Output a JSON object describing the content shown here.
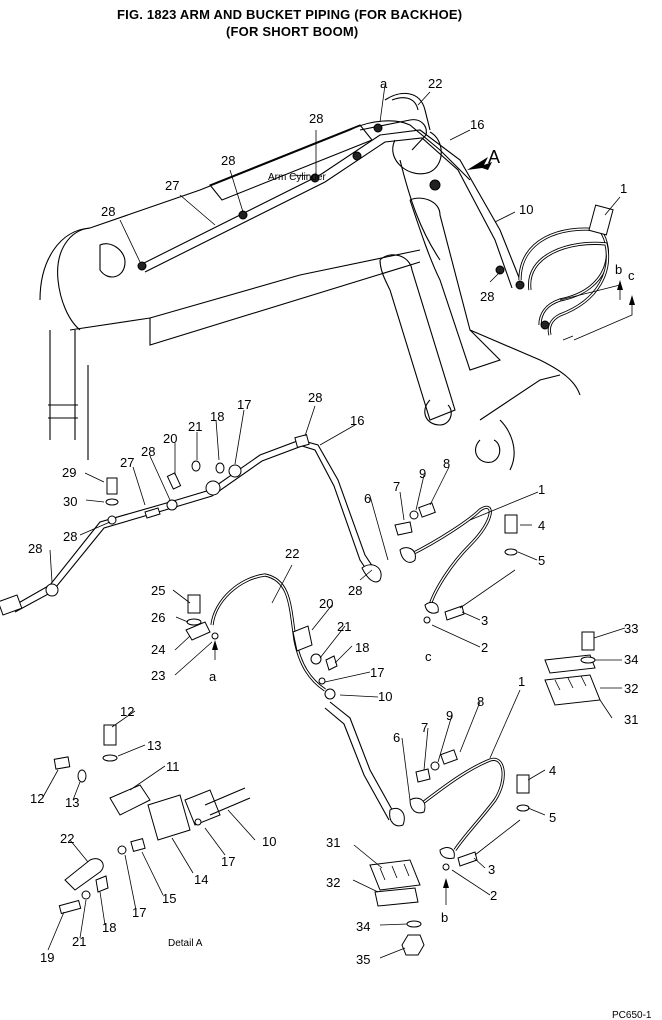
{
  "title": {
    "line1": "FIG. 1823    ARM AND BUCKET PIPING (FOR BACKHOE)",
    "line2": "(FOR SHORT BOOM)"
  },
  "annotations": {
    "arm_cylinder": "Arm Cylinder",
    "view_a": "A",
    "detail_a": "Detail  A",
    "drawing_number": "PC650-1"
  },
  "connection_marks": {
    "a_top": "a",
    "a_mid": "a",
    "b_top": "b",
    "b_bottom": "b",
    "c_top": "c",
    "c_mid": "c"
  },
  "callouts": {
    "c1_top": "1",
    "c22_top": "22",
    "c16_top": "16",
    "c10_top": "10",
    "c28_a": "28",
    "c28_b": "28",
    "c27_top": "27",
    "c28_c": "28",
    "c28_d": "28",
    "c29": "29",
    "c30": "30",
    "c27_mid": "27",
    "c28_e": "28",
    "c28_f": "28",
    "c28_g": "28",
    "c20_a": "20",
    "c21_a": "21",
    "c18_a": "18",
    "c17_a": "17",
    "c28_h": "28",
    "c16_mid": "16",
    "c6_a": "6",
    "c7_a": "7",
    "c9_a": "9",
    "c8_a": "8",
    "c1_mid": "1",
    "c4_a": "4",
    "c5_a": "5",
    "c28_i": "28",
    "c3_a": "3",
    "c2_a": "2",
    "c25": "25",
    "c26": "26",
    "c24": "24",
    "c23": "23",
    "c22_mid": "22",
    "c20_b": "20",
    "c21_b": "21",
    "c18_b": "18",
    "c17_b": "17",
    "c10_mid": "10",
    "c33": "33",
    "c34_a": "34",
    "c32_a": "32",
    "c31_a": "31",
    "c1_low": "1",
    "c8_b": "8",
    "c9_b": "9",
    "c7_b": "7",
    "c6_b": "6",
    "c4_b": "4",
    "c5_b": "5",
    "c3_b": "3",
    "c2_b": "2",
    "c31_b": "31",
    "c32_b": "32",
    "c34_b": "34",
    "c35": "35",
    "c12_a": "12",
    "c13_a": "13",
    "c11": "11",
    "c12_b": "12",
    "c13_b": "13",
    "c10_det": "10",
    "c22_det": "22",
    "c17_det_a": "17",
    "c14": "14",
    "c15": "15",
    "c17_det_b": "17",
    "c19": "19",
    "c21_det": "21",
    "c18_det": "18"
  },
  "colors": {
    "ink": "#000000",
    "paper": "#ffffff"
  }
}
